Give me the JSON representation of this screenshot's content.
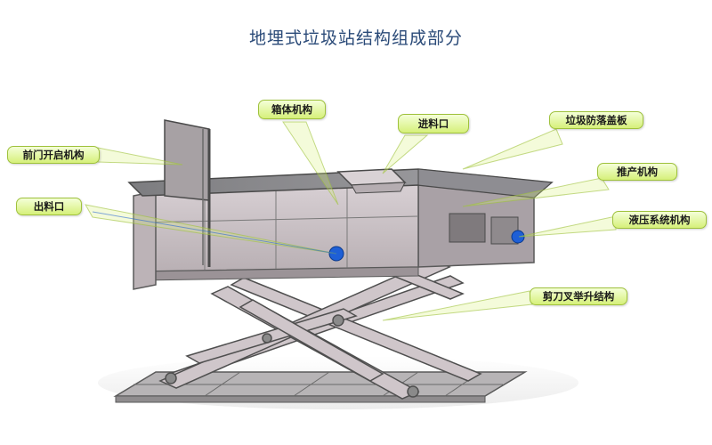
{
  "title": "地埋式垃圾站结构组成部分",
  "labels": {
    "front_door": "前门开启机构",
    "outlet": "出料口",
    "box_body": "箱体机构",
    "inlet": "进料口",
    "anti_fall_cover": "垃圾防落盖板",
    "push_mechanism": "推产机构",
    "hydraulic": "液压系统机构",
    "scissor_lift": "剪刀叉举升结构"
  },
  "colors": {
    "title": "#2a4a78",
    "callout_fill": "#d6f07a",
    "callout_border": "#9fc23c",
    "machine_body": "#c9c0c4",
    "machine_edge": "#5a5a5a",
    "platform": "#a9a6a8",
    "highlight": "#1e5fd6"
  }
}
